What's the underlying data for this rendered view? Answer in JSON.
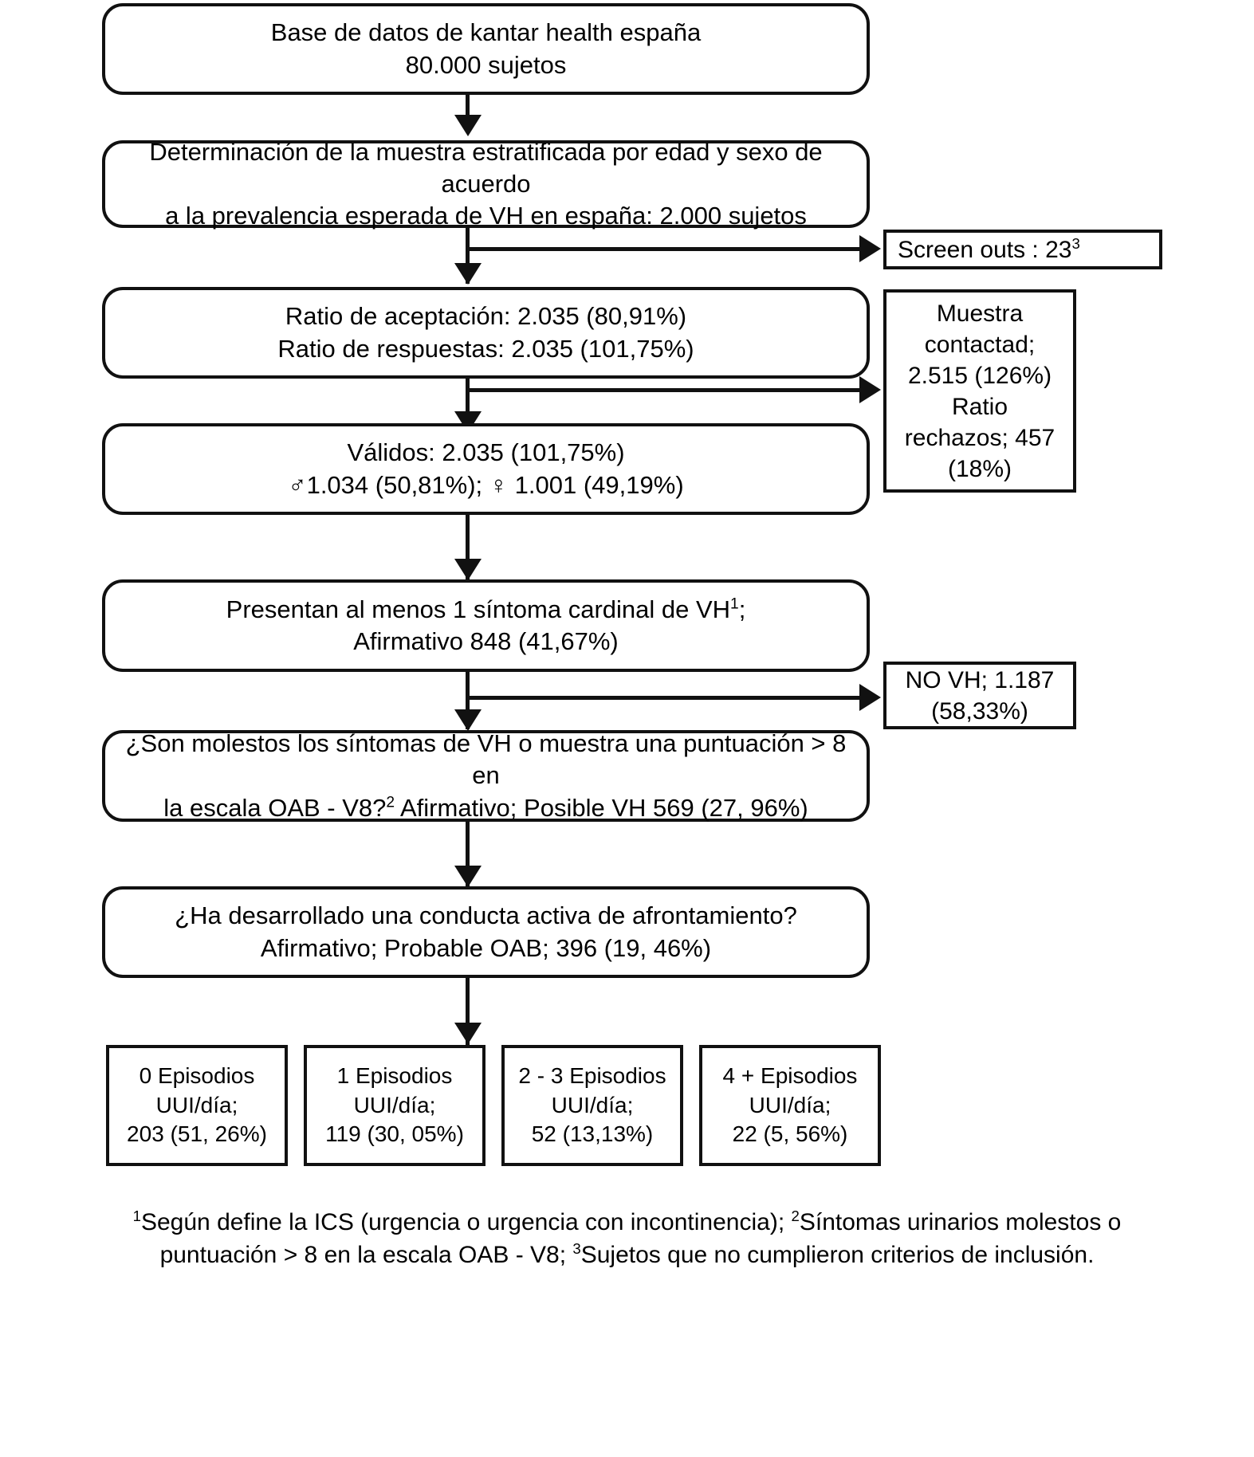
{
  "diagram": {
    "title": "Diagrama de flujo del estudio de vejiga hiperactiva (VH) en España",
    "nodes": {
      "database": {
        "line1": "Base de datos de kantar health españa",
        "line2": "80.000 sujetos"
      },
      "stratified_sample": {
        "line1": "Determinación de la muestra estratificada por edad y sexo de acuerdo",
        "line2": "a la prevalencia esperada de VH en españa: 2.000 sujetos"
      },
      "screen_outs": {
        "text": "Screen outs : 23",
        "superscript": "3"
      },
      "ratios": {
        "line1": "Ratio de aceptación: 2.035 (80,91%)",
        "line2": "Ratio de respuestas: 2.035 (101,75%)"
      },
      "muestra_contactad": {
        "line1": "Muestra",
        "line2": "contactad;",
        "line3": "2.515 (126%)",
        "line4": "Ratio",
        "line5": "rechazos; 457",
        "line6": "(18%)"
      },
      "validos": {
        "line1": "Válidos: 2.035 (101,75%)",
        "male_symbol": "♂",
        "male_value": "1.034 (50,81%);",
        "female_symbol": "♀",
        "female_value": "1.001 (49,19%)"
      },
      "sintoma_cardinal": {
        "line1_a": "Presentan al menos 1 síntoma cardinal de VH",
        "line1_sup": "1",
        "line1_b": ";",
        "line2": "Afirmativo 848 (41,67%)"
      },
      "no_vh": {
        "line1": "NO VH; 1.187",
        "line2": "(58,33%)"
      },
      "molestos": {
        "line1": "¿Son molestos los síntomas de VH o muestra una puntuación > 8 en",
        "line2_a": "la escala OAB - V8?",
        "line2_sup": "2",
        "line2_b": " Afirmativo; Posible VH 569 (27, 96%)"
      },
      "afrontamiento": {
        "line1": "¿Ha desarrollado una conducta activa de afrontamiento?",
        "line2": "Afirmativo; Probable OAB; 396 (19, 46%)"
      }
    },
    "outcomes": [
      {
        "line1": "0 Episodios",
        "line2": "UUI/día;",
        "line3": "203 (51, 26%)"
      },
      {
        "line1": "1 Episodios",
        "line2": "UUI/día;",
        "line3": "119 (30, 05%)"
      },
      {
        "line1": "2 - 3  Episodios",
        "line2": "UUI/día;",
        "line3": "52 (13,13%)"
      },
      {
        "line1": "4 + Episodios",
        "line2": "UUI/día;",
        "line3": "22 (5, 56%)"
      }
    ],
    "footnotes": {
      "sup1": "1",
      "text1": "Según define la ICS (urgencia o urgencia con incontinencia); ",
      "sup2": "2",
      "text2": "Síntomas urinarios molestos o",
      "text3": "puntuación > 8 en la escala OAB - V8; ",
      "sup3": "3",
      "text4": "Sujetos que no cumplieron criterios de inclusión."
    },
    "colors": {
      "stroke": "#111111",
      "background": "#ffffff",
      "text": "#000000"
    }
  }
}
